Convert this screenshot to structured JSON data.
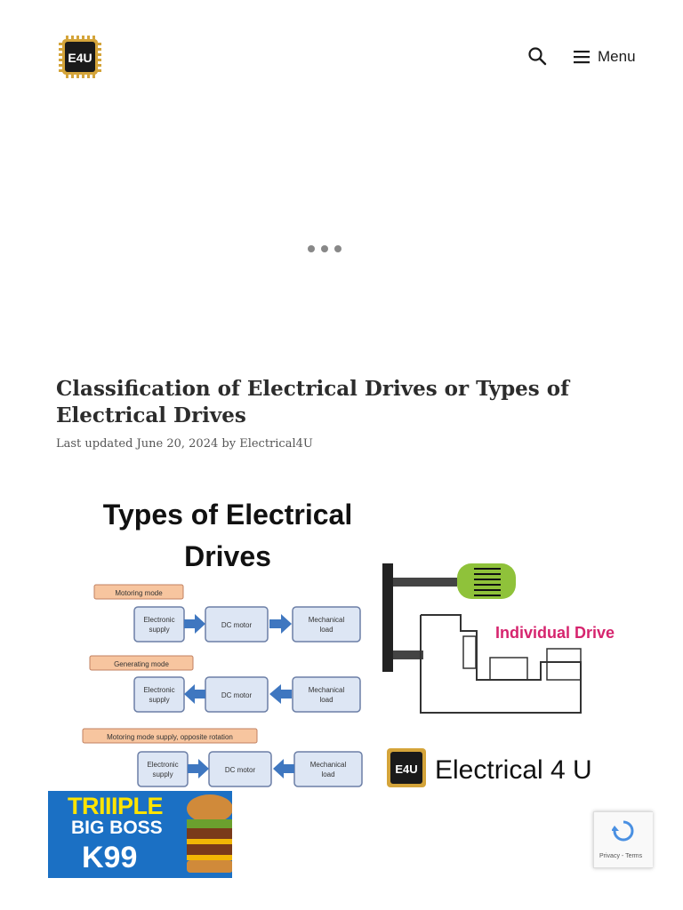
{
  "header": {
    "logo_text": "E4U",
    "menu_label": "Menu"
  },
  "article": {
    "title": "Classification of Electrical Drives or Types of Electrical Drives",
    "meta": {
      "prefix": "Last updated",
      "date": "June 20, 2024",
      "by": "by",
      "author": "Electrical4U"
    }
  },
  "featured_image": {
    "title_line1": "Types of Electrical",
    "title_line2": "Drives",
    "modes": [
      {
        "label": "Motoring mode",
        "boxes": [
          "Electronic",
          "supply",
          "DC motor",
          "Mechanical",
          "load"
        ]
      },
      {
        "label": "Generating mode",
        "boxes": [
          "Electronic",
          "supply",
          "DC motor",
          "Mechanical",
          "load"
        ]
      },
      {
        "label": "Motoring mode supply, opposite rotation",
        "boxes": [
          "Electronic",
          "supply",
          "DC motor",
          "Mechanical",
          "load"
        ]
      }
    ],
    "individual_drive_label": "Individual Drive",
    "logo_text": "E4U",
    "brand_text": "Electrical 4 U"
  },
  "banner_ad": {
    "line1": "TRIIIPLE",
    "line2": "BIG BOSS",
    "price": "K99"
  },
  "recaptcha": {
    "privacy": "Privacy",
    "sep": " - ",
    "terms": "Terms"
  },
  "colors": {
    "accent_pink": "#d6246e",
    "ad_blue": "#1b70c4",
    "ad_yellow": "#ffe400",
    "box_fill": "#dde6f4",
    "box_stroke": "#6c7fa6",
    "mode_label_fill": "#f7c59f",
    "motor_green": "#8fc23a"
  }
}
